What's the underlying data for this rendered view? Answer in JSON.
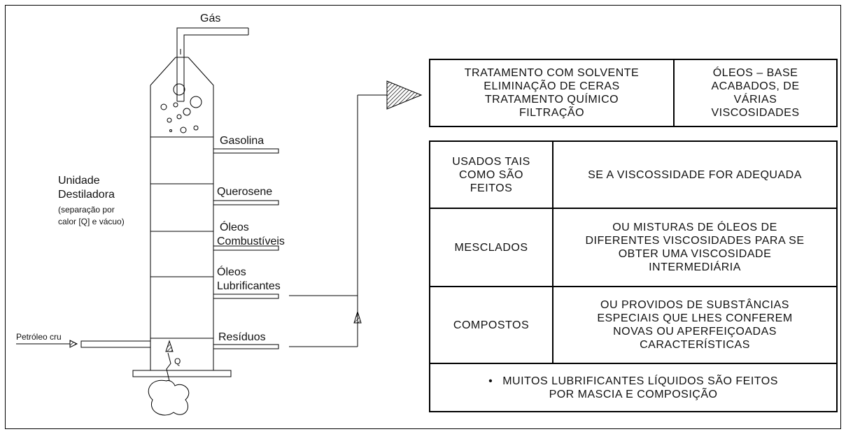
{
  "diagram": {
    "labels": {
      "gas": "Gás",
      "gasolina": "Gasolina",
      "querosene": "Querosene",
      "oleos_comb_1": "Óleos",
      "oleos_comb_2": "Combustíveis",
      "oleos_lub_1": "Óleos",
      "oleos_lub_2": "Lubrificantes",
      "residuos": "Resíduos",
      "petroleo": "Petróleo cru",
      "q": "Q",
      "unidade_1": "Unidade",
      "unidade_2": "Destiladora",
      "unidade_3": "(separação por",
      "unidade_4": "calor [Q] e vácuo)"
    }
  },
  "table_top": {
    "left": "TRATAMENTO COM SOLVENTE\nELIMINAÇÃO DE CERAS\nTRATAMENTO QUÍMICO\nFILTRAÇÃO",
    "right": "ÓLEOS – BASE\nACABADOS, DE\nVÁRIAS\nVISCOSIDADES"
  },
  "table_bottom": {
    "rows": [
      {
        "label": "USADOS TAIS\nCOMO SÃO\nFEITOS",
        "desc": "SE A VISCOSSIDADE FOR ADEQUADA"
      },
      {
        "label": "MESCLADOS",
        "desc": "OU MISTURAS DE ÓLEOS DE\nDIFERENTES VISCOSIDADES PARA SE\nOBTER UMA VISCOSIDADE\nINTERMEDIÁRIA"
      },
      {
        "label": "COMPOSTOS",
        "desc": "OU PROVIDOS DE SUBSTÂNCIAS\nESPECIAIS QUE LHES CONFEREM\nNOVAS OU APERFEIÇOADAS\nCARACTERÍSTICAS"
      }
    ],
    "note_bullet": "•",
    "note": "MUITOS LUBRIFICANTES LÍQUIDOS SÃO FEITOS\nPOR MASCIA E COMPOSIÇÃO"
  }
}
